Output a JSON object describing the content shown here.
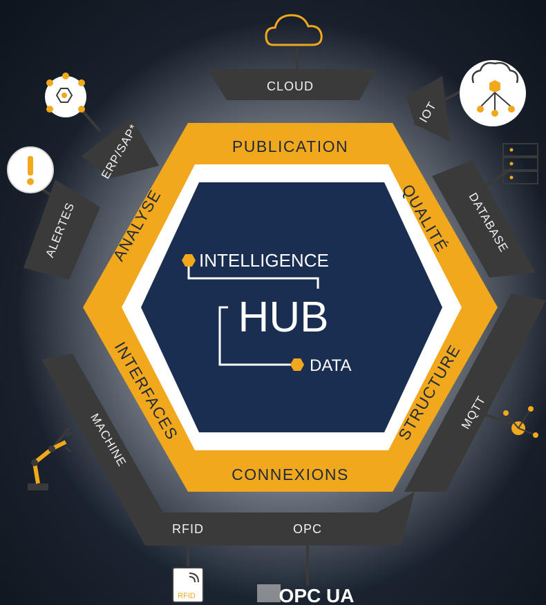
{
  "colors": {
    "accent": "#f2a81d",
    "navy": "#1a2e52",
    "panel": "#3a3a3a",
    "white": "#ffffff"
  },
  "core": {
    "intelligence": "INTELLIGENCE",
    "hub": "HUB",
    "data": "DATA"
  },
  "ring": {
    "publication": "PUBLICATION",
    "qualite": "QUALITÉ",
    "structure": "STRUCTURE",
    "connexions": "CONNEXIONS",
    "interfaces": "INTERFACES",
    "analyse": "ANALYSE"
  },
  "outer": {
    "cloud": "CLOUD",
    "iot": "IOT",
    "database": "DATABASE",
    "mqtt": "MQTT",
    "opc": "OPC",
    "rfid": "RFID",
    "machine": "MACHINE",
    "alertes": "ALERTES",
    "erp": "ERP/SAP*"
  },
  "icons": {
    "cloud": "cloud-icon",
    "iot": "iot-cloud-network-icon",
    "database": "database-server-icon",
    "mqtt": "mqtt-network-icon",
    "opc": "opc-ua-logo",
    "rfid": "rfid-tag-icon",
    "machine": "robot-arm-icon",
    "alertes": "alert-icon",
    "erp": "erp-network-icon"
  },
  "logos": {
    "opc_ua": "OPC UA",
    "rfid_tag": "RFID"
  }
}
